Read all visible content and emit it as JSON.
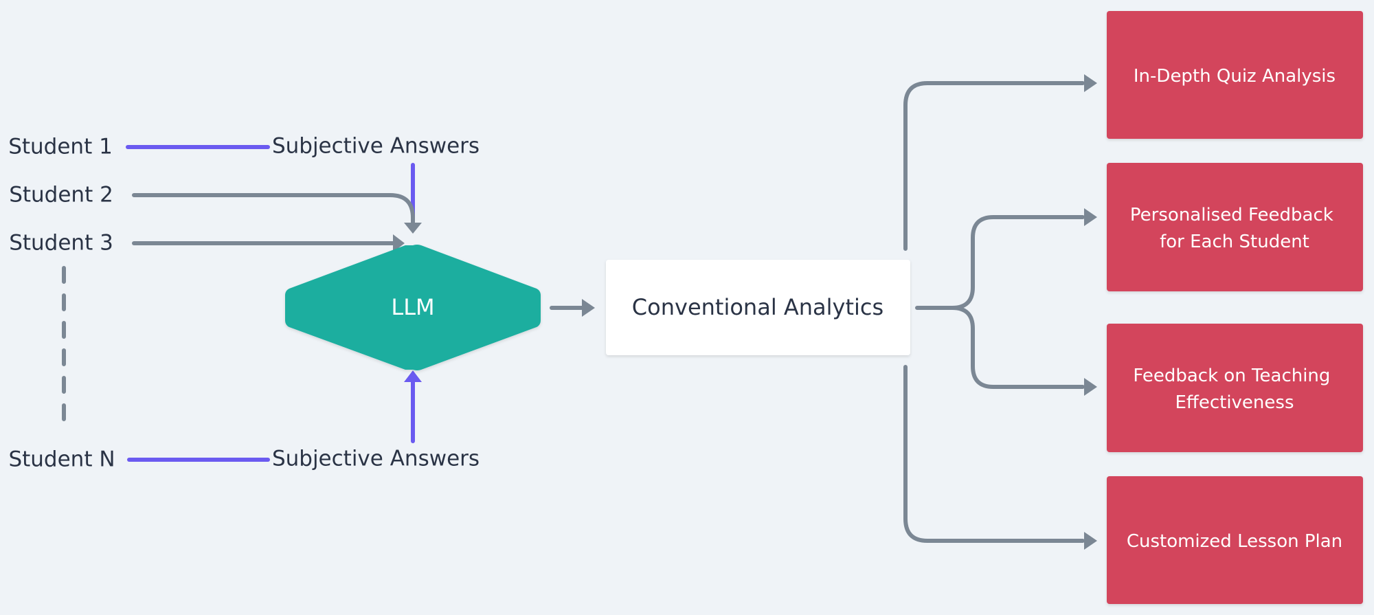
{
  "students": {
    "s1": "Student 1",
    "s2": "Student 2",
    "s3": "Student 3",
    "sn": "Student N"
  },
  "answers": {
    "top": "Subjective Answers",
    "bottom": "Subjective Answers"
  },
  "llm": {
    "label": "LLM",
    "color": "#1aae9f"
  },
  "analytics": {
    "label": "Conventional Analytics"
  },
  "outputs": {
    "o1": [
      "In-Depth Quiz Analysis"
    ],
    "o2": [
      "Personalised Feedback",
      "for Each Student"
    ],
    "o3": [
      "Feedback on Teaching",
      "Effectiveness"
    ],
    "o4": [
      "Customized Lesson Plan"
    ],
    "color": "#d3455b"
  },
  "colors": {
    "edge": "#7b8794",
    "answer_edge": "#6a5af0",
    "background": "#eff3f7"
  }
}
